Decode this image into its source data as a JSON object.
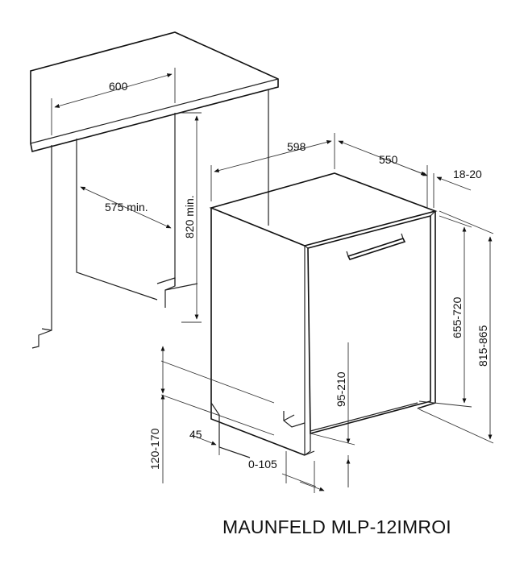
{
  "dimensions": {
    "cabinet_width": "600",
    "cabinet_depth_min": "575 min.",
    "cabinet_height_min": "820 min.",
    "appliance_width": "598",
    "appliance_depth": "550",
    "door_gap": "18-20",
    "door_height": "655-720",
    "total_height": "815-865",
    "plinth_height": "95-210",
    "plinth_offset": "45",
    "plinth_depth": "0-105",
    "foot_height": "120-170"
  },
  "model_name": "MAUNFELD MLP-12IMROI"
}
